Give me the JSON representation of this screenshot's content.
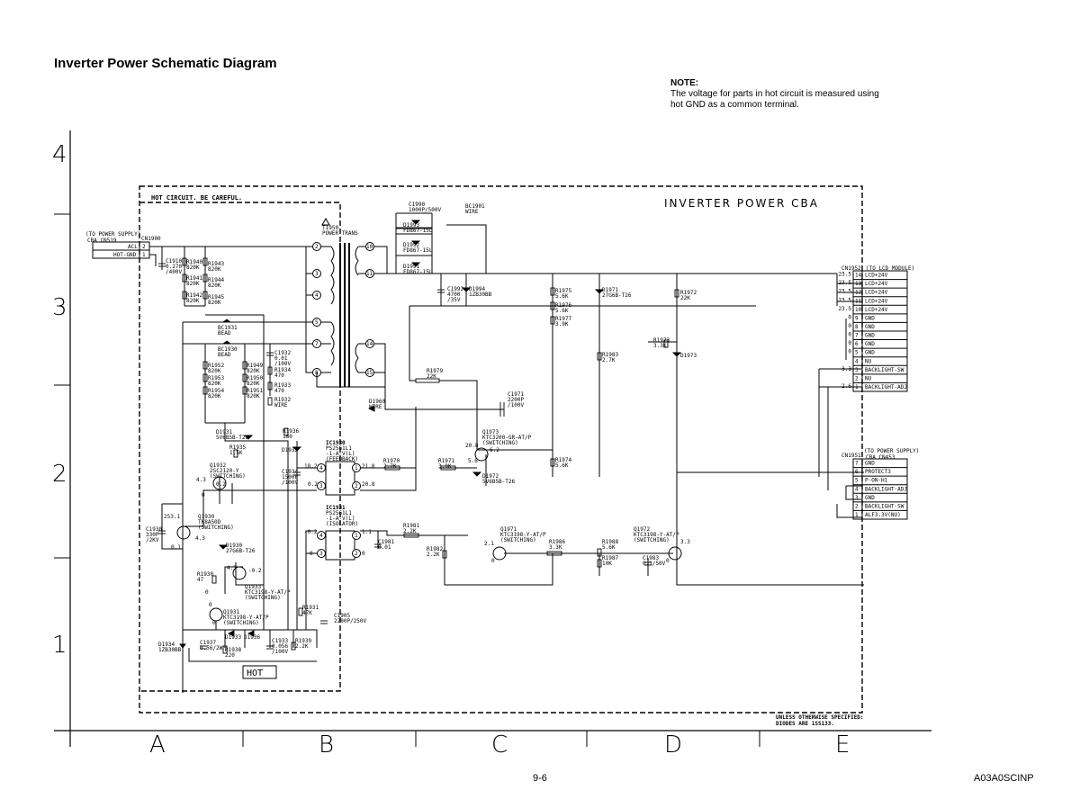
{
  "page": {
    "title": "Inverter Power Schematic Diagram",
    "note_heading": "NOTE:",
    "note_line1": "The voltage for parts in hot circuit is measured using",
    "note_line2": "hot GND as a common terminal.",
    "page_number": "9-6",
    "doc_code": "A03A0SCINP"
  },
  "grid": {
    "rows": [
      "4",
      "3",
      "2",
      "1"
    ],
    "columns": [
      "A",
      "B",
      "C",
      "D",
      "E"
    ]
  },
  "board": {
    "label": "INVERTER POWER CBA",
    "hot_warning": "HOT CIRCUIT. BE CAREFUL.",
    "hot_tag": "HOT",
    "footer_line1": "UNLESS OTHERWISE SPECIFIED:",
    "footer_line2": "DIODES ARE 1SS133."
  },
  "cn1900": {
    "ref": "CN1900",
    "source_line1": "(TO POWER SUPPLY)",
    "source_line2": "CBA CN519",
    "pins": [
      {
        "num": "2",
        "name": "ACL"
      },
      {
        "num": "1",
        "name": "HOT-GND"
      }
    ]
  },
  "cn1952": {
    "ref": "CN1952",
    "dest": "(TO LCD MODULE)",
    "pins": [
      {
        "num": "14",
        "name": "LCD+24V",
        "volt": "23.5"
      },
      {
        "num": "13",
        "name": "LCD+24V",
        "volt": "23.5"
      },
      {
        "num": "12",
        "name": "LCD+24V",
        "volt": "23.5"
      },
      {
        "num": "11",
        "name": "LCD+24V",
        "volt": "23.5"
      },
      {
        "num": "10",
        "name": "LCD+24V",
        "volt": "23.5"
      },
      {
        "num": "9",
        "name": "GND",
        "volt": "0"
      },
      {
        "num": "8",
        "name": "GND",
        "volt": "0"
      },
      {
        "num": "7",
        "name": "GND",
        "volt": "0"
      },
      {
        "num": "6",
        "name": "GND",
        "volt": "0"
      },
      {
        "num": "5",
        "name": "GND",
        "volt": "0"
      },
      {
        "num": "4",
        "name": "NU",
        "volt": ""
      },
      {
        "num": "3",
        "name": "BACKLIGHT-SW",
        "volt": "3.3"
      },
      {
        "num": "2",
        "name": "NU",
        "volt": ""
      },
      {
        "num": "1",
        "name": "BACKLIGHT-ADJ",
        "volt": "2.6"
      }
    ]
  },
  "cn1951": {
    "ref": "CN1951",
    "source_line1": "(TO POWER SUPPLY)",
    "source_line2": "CBA CN453",
    "pins": [
      {
        "num": "7",
        "name": "GND"
      },
      {
        "num": "6",
        "name": "PROTECT3"
      },
      {
        "num": "5",
        "name": "P-ON-H1"
      },
      {
        "num": "4",
        "name": "BACKLIGHT-ADJ"
      },
      {
        "num": "3",
        "name": "GND"
      },
      {
        "num": "2",
        "name": "BACKLIGHT-SW"
      },
      {
        "num": "1",
        "name": "ALF3.3V(NU)"
      }
    ]
  },
  "components": {
    "c1990": [
      "C1990",
      "1000P/500V"
    ],
    "bc1901": [
      "BC1901",
      "WIRE"
    ],
    "d1993": [
      "D1993",
      "FD867-15L"
    ],
    "d1992": [
      "D1992",
      "FD867-15L"
    ],
    "d1991": [
      "D1991",
      "FD867-15L"
    ],
    "t1950": [
      "T1950",
      "POWER TRANS"
    ],
    "c1910": [
      "C1910",
      "0.270",
      "/400V"
    ],
    "r1940": [
      "R1940",
      "820K"
    ],
    "r1941": [
      "R1941",
      "820K"
    ],
    "r1942": [
      "R1942",
      "820K"
    ],
    "r1943": [
      "R1943",
      "820K"
    ],
    "r1944": [
      "R1944",
      "820K"
    ],
    "r1945": [
      "R1945",
      "820K"
    ],
    "bc1931": [
      "BC1931",
      "BEAD"
    ],
    "bc1930": [
      "BC1930",
      "BEAD"
    ],
    "c1932": [
      "C1932",
      "0.01",
      "/100V"
    ],
    "r1952": [
      "R1952",
      "820K"
    ],
    "r1953": [
      "R1953",
      "820K"
    ],
    "r1954": [
      "R1954",
      "820K"
    ],
    "r1949": [
      "R1949",
      "820K"
    ],
    "r1950": [
      "R1950",
      "820K"
    ],
    "r1951": [
      "R1951",
      "820K"
    ],
    "r1934": [
      "R1934",
      "470"
    ],
    "r1933": [
      "R1933",
      "470"
    ],
    "r1932": [
      "R1932",
      "WIRE"
    ],
    "c1992": [
      "C1992",
      "4700",
      "/35V"
    ],
    "d1994": [
      "D1994",
      "1ZB30BB"
    ],
    "r1975": [
      "R1975",
      "5.6K"
    ],
    "r1976": [
      "R1976",
      "5.6K"
    ],
    "r1977": [
      "R1977",
      "3.9K"
    ],
    "d1971": [
      "D1971",
      "27G6B-T26"
    ],
    "r1972": [
      "R1972",
      "22K"
    ],
    "r1973": [
      "R1973",
      "3.3K"
    ],
    "d1973": [
      "D1973"
    ],
    "r1983": [
      "R1983",
      "2.7K"
    ],
    "r1979": [
      "R1979",
      "22K"
    ],
    "d1960": [
      "D1960",
      "WIRE"
    ],
    "c1971": [
      "C1971",
      "2200P",
      "/100V"
    ],
    "q1973": [
      "Q1973",
      "KTC3200-GR-AT/P",
      "(SWITCHING)"
    ],
    "r1974": [
      "R1974",
      "5.6K"
    ],
    "d1972": [
      "D1972",
      "5V6B5B-T26"
    ],
    "d1931": [
      "D1931",
      "5V6B5B-T26"
    ],
    "r1935": [
      "R1935",
      "1.5K"
    ],
    "r1936": [
      "R1936",
      "180"
    ],
    "d1932": [
      "D1932"
    ],
    "ic1930": [
      "IC1930",
      "PS2561L1",
      "-1-A-V(L)",
      "(FEEDBACK)"
    ],
    "r1970": [
      "R1970",
      "2.7K"
    ],
    "r1971": [
      "R1971",
      "3.9K"
    ],
    "c1934": [
      "C1934",
      "1500P",
      "/100V"
    ],
    "q1932": [
      "Q1932",
      "2SC2120-Y",
      "(SWITCHING)"
    ],
    "c1930": [
      "C1930",
      "330P",
      "/2KV"
    ],
    "q1930": [
      "Q1930",
      "TK8A50D",
      "(SWITCHING)"
    ],
    "d1930": [
      "D1930",
      "27G6B-T26"
    ],
    "ic1931": [
      "IC1931",
      "PS2561L1",
      "-1-A-V(L)",
      "(ISOLATOR)"
    ],
    "r1981": [
      "R1981",
      "2.2K"
    ],
    "c1981": [
      "C1981",
      "0.01"
    ],
    "r1982": [
      "R1982",
      "2.2K"
    ],
    "q1971": [
      "Q1971",
      "KTC3198-Y-AT/P",
      "(SWITCHING)"
    ],
    "r1986": [
      "R1986",
      "3.3K"
    ],
    "r1988": [
      "R1988",
      "5.6K"
    ],
    "r1987": [
      "R1987",
      "10K"
    ],
    "q1972": [
      "Q1972",
      "KTC3198-Y-AT/P",
      "(SWITCHING)"
    ],
    "c1983": [
      "C1983",
      "0.1/50V"
    ],
    "r1930": [
      "R1930",
      "47"
    ],
    "q1933": [
      "Q1933",
      "KTC3198-Y-AT/P",
      "(SWITCHING)"
    ],
    "q1931": [
      "Q1931",
      "KTC3198-Y-AT/P",
      "(SWITCHING)"
    ],
    "r1931": [
      "R1931",
      "47K"
    ],
    "c1905": [
      "C1905",
      "2200P/250V"
    ],
    "d1933": [
      "D1933"
    ],
    "d1936": [
      "D1936"
    ],
    "d1934": [
      "D1934",
      "1ZB30BB"
    ],
    "c1937": [
      "C1937",
      "0.56/2W"
    ],
    "r1938": [
      "R1938",
      "220"
    ],
    "c1933": [
      "C1933",
      "0.056",
      "/100V"
    ],
    "r1939": [
      "R1939",
      "2.2K"
    ]
  },
  "voltages": {
    "v1": "21.8",
    "v2": "20.8",
    "v3": "18.2",
    "v4": "0.2",
    "v5": "20.8",
    "v6": "6.2",
    "v7": "5.6",
    "v8": "4.3",
    "v9": "0.2",
    "v10": "0",
    "v11": "253.1",
    "v12": "0.1",
    "v13": "4.3",
    "v14": "-0.2",
    "v15": "4.3",
    "v16": "-0.2",
    "v17": "0",
    "v18": "1.1",
    "v19": "0",
    "v20": "2.1",
    "v21": "0",
    "v22": "3.3",
    "v23": "0",
    "v24": "0",
    "v25": "0",
    "v26": "0"
  },
  "trans_pins": [
    "2",
    "3",
    "4",
    "5",
    "7",
    "8",
    "10",
    "11",
    "14",
    "15"
  ]
}
